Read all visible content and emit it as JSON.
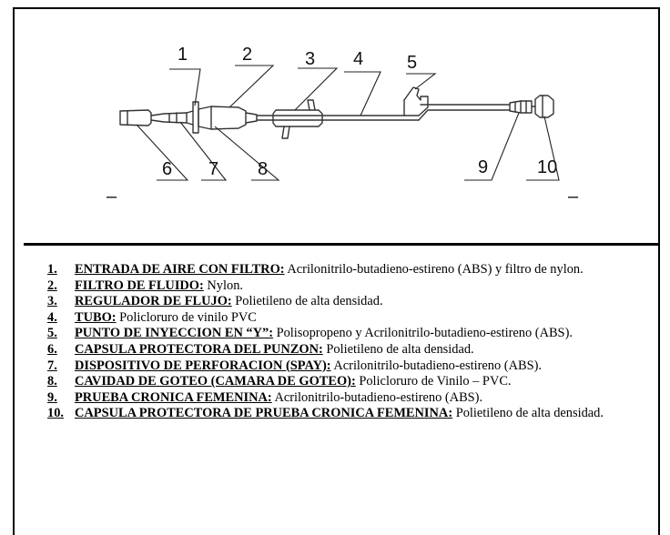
{
  "diagram": {
    "callouts": [
      "1",
      "2",
      "3",
      "4",
      "5",
      "6",
      "7",
      "8",
      "9",
      "10"
    ],
    "marks": [
      "–",
      "–"
    ]
  },
  "legend": [
    {
      "num": "1.",
      "term": "ENTRADA DE AIRE CON FILTRO:",
      "desc": " Acrilonitrilo-butadieno-estireno (ABS) y filtro de nylon."
    },
    {
      "num": "2.",
      "term": "FILTRO DE FLUIDO:",
      "desc": " Nylon."
    },
    {
      "num": "3.",
      "term": "REGULADOR DE FLUJO:",
      "desc": " Polietileno de alta densidad."
    },
    {
      "num": "4.",
      "term": "TUBO:",
      "desc": " Policloruro de vinilo PVC"
    },
    {
      "num": "5.",
      "term": "PUNTO DE INYECCION EN “Y”:",
      "desc": " Polisopropeno y Acrilonitrilo-butadieno-estireno (ABS)."
    },
    {
      "num": "6.",
      "term": "CAPSULA PROTECTORA DEL PUNZON:",
      "desc": " Polietileno de alta densidad."
    },
    {
      "num": "7.",
      "term": "DISPOSITIVO DE PERFORACION (SPAY):",
      "desc": " Acrilonitrilo-butadieno-estireno (ABS)."
    },
    {
      "num": "8.",
      "term": "CAVIDAD DE GOTEO (CAMARA DE GOTEO):",
      "desc": " Policloruro de Vinilo – PVC."
    },
    {
      "num": "9.",
      "term": "PRUEBA CRONICA FEMENINA:",
      "desc": " Acrilonitrilo-butadieno-estireno (ABS)."
    },
    {
      "num": "10.",
      "term": "CAPSULA PROTECTORA DE PRUEBA CRONICA FEMENINA:",
      "desc": " Polietileno de alta densidad."
    }
  ]
}
